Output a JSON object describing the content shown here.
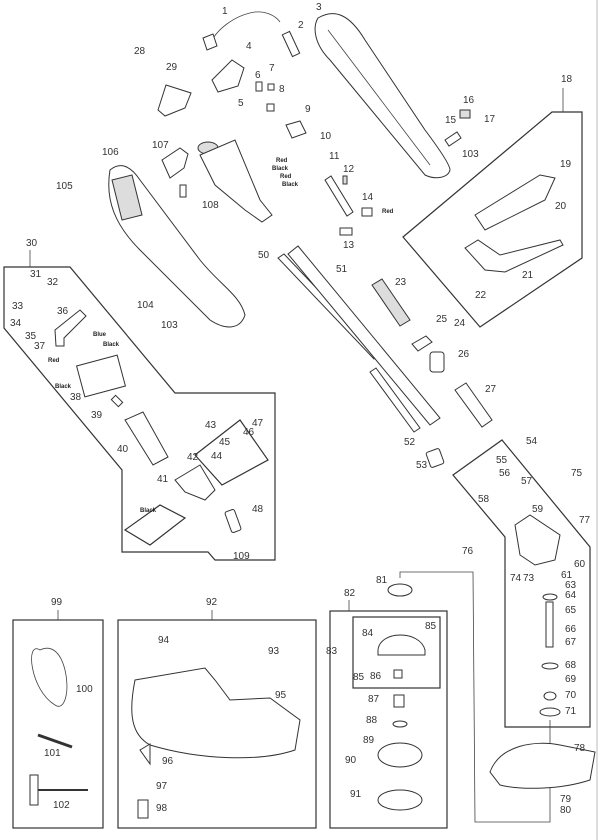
{
  "diagram": {
    "part_numbers": [
      "1",
      "2",
      "3",
      "4",
      "5",
      "6",
      "7",
      "8",
      "9",
      "10",
      "11",
      "12",
      "13",
      "14",
      "15",
      "16",
      "17",
      "18",
      "19",
      "20",
      "21",
      "22",
      "23",
      "24",
      "25",
      "26",
      "27",
      "28",
      "29",
      "30",
      "31",
      "32",
      "33",
      "34",
      "35",
      "36",
      "37",
      "38",
      "39",
      "40",
      "41",
      "42",
      "43",
      "44",
      "45",
      "46",
      "47",
      "48",
      "50",
      "51",
      "52",
      "53",
      "54",
      "55",
      "56",
      "57",
      "58",
      "59",
      "60",
      "61",
      "63",
      "64",
      "65",
      "66",
      "67",
      "68",
      "69",
      "70",
      "71",
      "73",
      "74",
      "75",
      "76",
      "77",
      "78",
      "79",
      "80",
      "81",
      "82",
      "83",
      "84",
      "85",
      "85",
      "86",
      "87",
      "88",
      "89",
      "90",
      "91",
      "92",
      "93",
      "94",
      "95",
      "96",
      "97",
      "98",
      "99",
      "100",
      "101",
      "102",
      "103",
      "103",
      "104",
      "105",
      "106",
      "107",
      "108",
      "109"
    ],
    "wire_labels": [
      "Red",
      "Black",
      "Red",
      "Black",
      "Red",
      "Blue",
      "Black",
      "Red",
      "Black",
      "Black"
    ]
  }
}
